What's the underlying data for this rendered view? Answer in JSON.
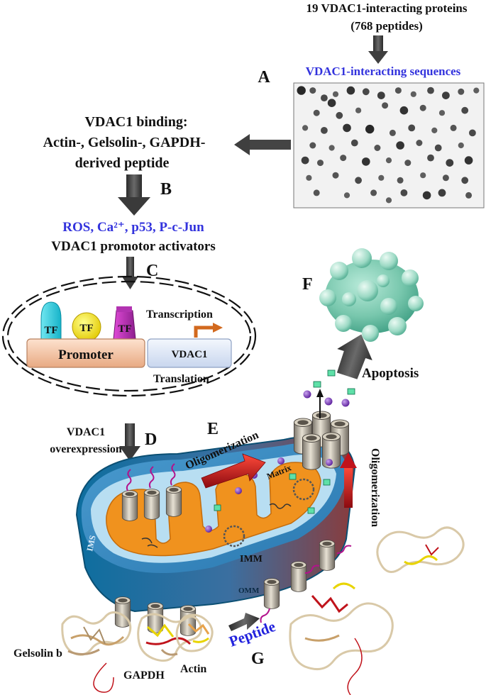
{
  "header": {
    "line1": "19 VDAC1-interacting proteins",
    "line2": "(768 peptides)",
    "sequences": "VDAC1-interacting sequences"
  },
  "binding": {
    "line1": "VDAC1 binding:",
    "line2": "Actin-, Gelsolin-, GAPDH-",
    "line3": "derived peptide"
  },
  "activators": {
    "line1": "ROS, Ca²⁺, p53, P-c-Jun",
    "line2": "VDAC1 promotor activators"
  },
  "nucleus": {
    "tf": "TF",
    "promoter": "Promoter",
    "gene": "VDAC1",
    "transcription": "Transcription",
    "translation": "Translation"
  },
  "overexpression": {
    "line1": "VDAC1",
    "line2": "overexpression"
  },
  "mito": {
    "oligomerization": "Oligomerization",
    "matrix": "Matrix",
    "imm": "IMM",
    "ims": "IMS",
    "omm": "OMM",
    "apoptosis": "Apoptosis",
    "peptide": "Peptide"
  },
  "proteins": {
    "gelsolin": "Gelsolin b",
    "gapdh": "GAPDH",
    "actin": "Actin"
  },
  "panels": {
    "a": "A",
    "b": "B",
    "c": "C",
    "d": "D",
    "e": "E",
    "f": "F",
    "g": "G"
  },
  "colors": {
    "blue_text": "#3333dd",
    "arrow_gray": "#3f3f3f",
    "red_arrow": "#c0131b",
    "promoter_fill": "#f7cdb0",
    "vdac_fill": "#dfe8f6",
    "matrix_orange": "#f0921e",
    "mito_blue": "#2d86b8",
    "apoptotic_cell": "#7fcdb5"
  },
  "dot_blot": {
    "spots": [
      [
        0.04,
        0.06,
        1.0
      ],
      [
        0.1,
        0.06,
        0.6
      ],
      [
        0.16,
        0.12,
        0.7
      ],
      [
        0.22,
        0.09,
        0.5
      ],
      [
        0.3,
        0.06,
        0.9
      ],
      [
        0.38,
        0.07,
        0.7
      ],
      [
        0.46,
        0.1,
        0.8
      ],
      [
        0.55,
        0.06,
        0.6
      ],
      [
        0.63,
        0.09,
        0.5
      ],
      [
        0.72,
        0.06,
        0.7
      ],
      [
        0.8,
        0.1,
        0.8
      ],
      [
        0.88,
        0.07,
        0.6
      ],
      [
        0.96,
        0.06,
        0.5
      ],
      [
        0.2,
        0.16,
        0.9
      ],
      [
        0.12,
        0.24,
        0.6
      ],
      [
        0.24,
        0.26,
        0.7
      ],
      [
        0.34,
        0.22,
        0.5
      ],
      [
        0.48,
        0.18,
        0.6
      ],
      [
        0.58,
        0.22,
        0.9
      ],
      [
        0.68,
        0.2,
        0.6
      ],
      [
        0.78,
        0.24,
        0.5
      ],
      [
        0.9,
        0.22,
        0.7
      ],
      [
        0.06,
        0.36,
        0.5
      ],
      [
        0.16,
        0.38,
        0.7
      ],
      [
        0.28,
        0.36,
        0.9
      ],
      [
        0.4,
        0.37,
        1.0
      ],
      [
        0.52,
        0.4,
        0.6
      ],
      [
        0.62,
        0.36,
        0.7
      ],
      [
        0.74,
        0.38,
        0.5
      ],
      [
        0.84,
        0.36,
        0.6
      ],
      [
        0.94,
        0.4,
        0.7
      ],
      [
        0.1,
        0.5,
        0.6
      ],
      [
        0.2,
        0.52,
        0.5
      ],
      [
        0.32,
        0.48,
        0.7
      ],
      [
        0.44,
        0.52,
        0.6
      ],
      [
        0.56,
        0.5,
        0.9
      ],
      [
        0.66,
        0.48,
        0.6
      ],
      [
        0.76,
        0.52,
        0.7
      ],
      [
        0.88,
        0.5,
        0.5
      ],
      [
        0.06,
        0.62,
        0.8
      ],
      [
        0.14,
        0.64,
        0.6
      ],
      [
        0.26,
        0.6,
        0.6
      ],
      [
        0.38,
        0.63,
        0.9
      ],
      [
        0.5,
        0.62,
        0.5
      ],
      [
        0.6,
        0.64,
        0.6
      ],
      [
        0.72,
        0.6,
        0.7
      ],
      [
        0.82,
        0.64,
        0.8
      ],
      [
        0.92,
        0.62,
        0.9
      ],
      [
        0.08,
        0.76,
        0.5
      ],
      [
        0.22,
        0.74,
        0.6
      ],
      [
        0.34,
        0.78,
        0.7
      ],
      [
        0.46,
        0.76,
        0.5
      ],
      [
        0.56,
        0.78,
        0.6
      ],
      [
        0.68,
        0.74,
        0.5
      ],
      [
        0.8,
        0.76,
        0.6
      ],
      [
        0.9,
        0.78,
        0.7
      ],
      [
        0.12,
        0.88,
        0.6
      ],
      [
        0.28,
        0.9,
        0.5
      ],
      [
        0.42,
        0.88,
        0.6
      ],
      [
        0.58,
        0.88,
        0.7
      ],
      [
        0.7,
        0.9,
        0.9
      ],
      [
        0.78,
        0.88,
        0.8
      ],
      [
        0.92,
        0.9,
        0.6
      ],
      [
        0.5,
        0.94,
        0.5
      ]
    ]
  }
}
